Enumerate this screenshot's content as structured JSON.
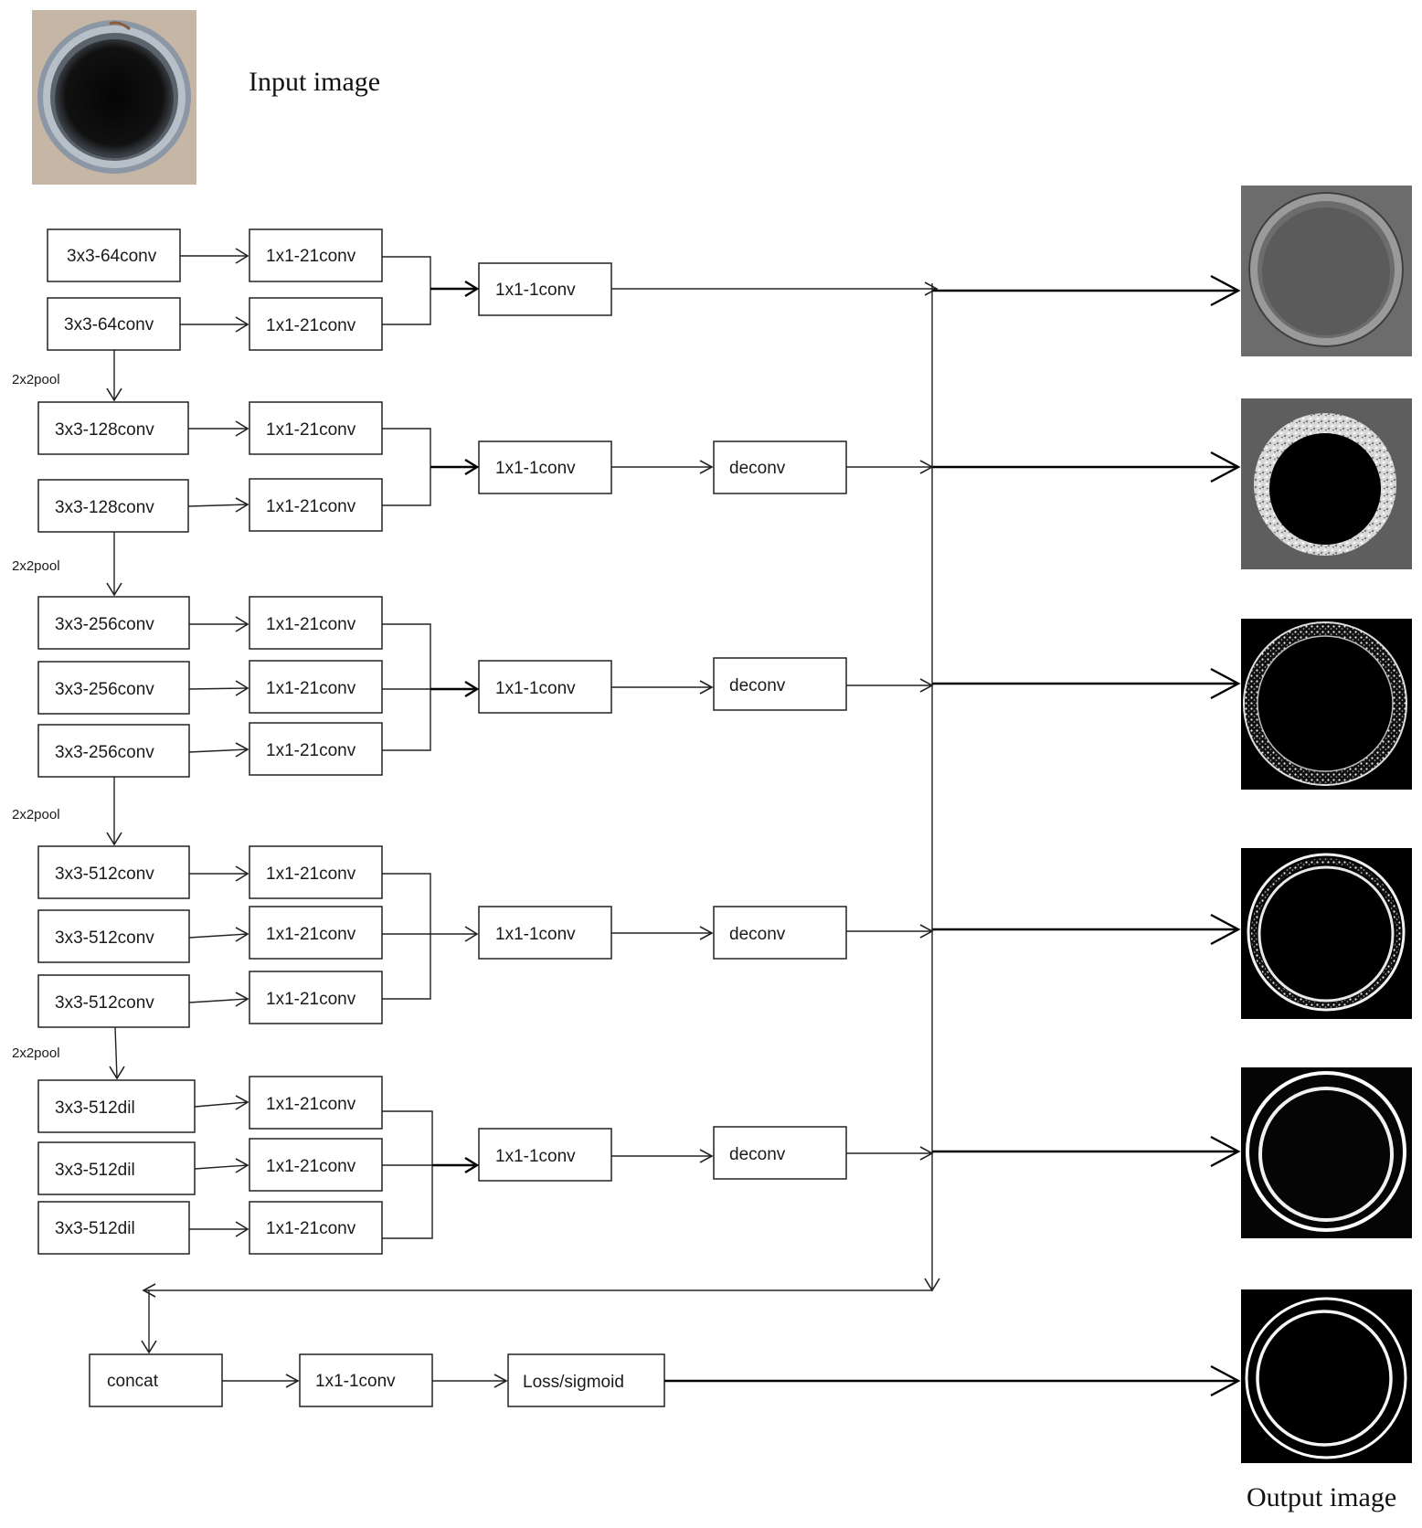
{
  "captions": {
    "input": "Input image",
    "output": "Output image"
  },
  "pool_label": "2x2pool",
  "stages": [
    {
      "name": "stage1",
      "convs": [
        "3x3-64conv",
        "3x3-64conv"
      ],
      "side": [
        "1x1-21conv",
        "1x1-21conv"
      ],
      "fuse": "1x1-1conv",
      "deconv": null,
      "pool_after": "2x2pool",
      "output_style": "gray-edges"
    },
    {
      "name": "stage2",
      "convs": [
        "3x3-128conv",
        "3x3-128conv"
      ],
      "side": [
        "1x1-21conv",
        "1x1-21conv"
      ],
      "fuse": "1x1-1conv",
      "deconv": "deconv",
      "pool_after": "2x2pool",
      "output_style": "textured-ring"
    },
    {
      "name": "stage3",
      "convs": [
        "3x3-256conv",
        "3x3-256conv",
        "3x3-256conv"
      ],
      "side": [
        "1x1-21conv",
        "1x1-21conv",
        "1x1-21conv"
      ],
      "fuse": "1x1-1conv",
      "deconv": "deconv",
      "pool_after": "2x2pool",
      "output_style": "speckled-ring"
    },
    {
      "name": "stage4",
      "convs": [
        "3x3-512conv",
        "3x3-512conv",
        "3x3-512conv"
      ],
      "side": [
        "1x1-21conv",
        "1x1-21conv",
        "1x1-21conv"
      ],
      "fuse": "1x1-1conv",
      "deconv": "deconv",
      "pool_after": "2x2pool",
      "output_style": "double-ring"
    },
    {
      "name": "stage5",
      "convs": [
        "3x3-512dil",
        "3x3-512dil",
        "3x3-512dil"
      ],
      "side": [
        "1x1-21conv",
        "1x1-21conv",
        "1x1-21conv"
      ],
      "fuse": "1x1-1conv",
      "deconv": "deconv",
      "pool_after": null,
      "output_style": "clean-double-ring"
    }
  ],
  "final": {
    "concat": "concat",
    "fuse": "1x1-1conv",
    "loss": "Loss/sigmoid",
    "output_style": "final-double-ring"
  },
  "colors": {
    "stroke": "#222222",
    "background": "#ffffff",
    "input_photo_bg": "#c9b9a9",
    "output_dark_bg": "#000000",
    "output_gray_bg": "#6e6e6e"
  }
}
